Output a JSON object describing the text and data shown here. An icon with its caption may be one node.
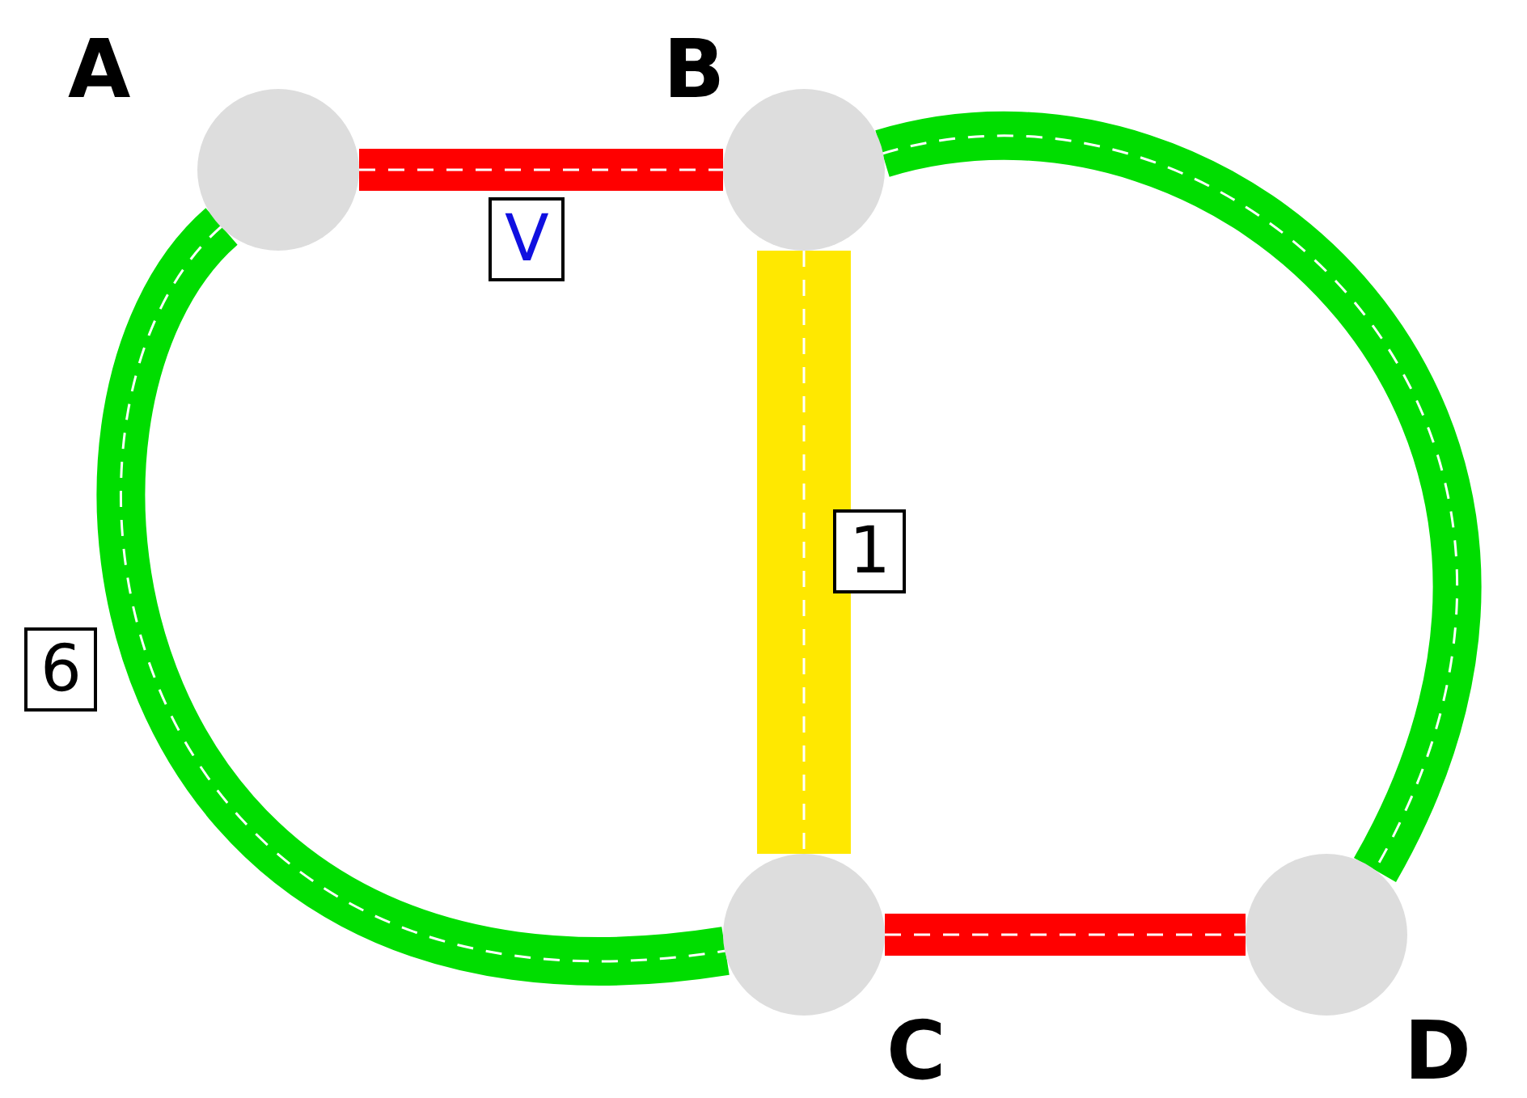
{
  "diagram": {
    "nodes": [
      {
        "text": [],
        "shape": "circle",
        "beside": [
          "A"
        ]
      },
      {
        "text": [],
        "shape": "circle",
        "beside": [
          "B"
        ]
      },
      {
        "text": [],
        "shape": "circle",
        "beside": [
          "C"
        ]
      },
      {
        "text": [],
        "shape": "circle",
        "beside": [
          "D"
        ]
      }
    ],
    "edges": [
      {
        "from": 0,
        "to": 1,
        "arrow": "none",
        "label": "V",
        "color": "#ff0000"
      },
      {
        "from": 1,
        "to": 2,
        "arrow": "none",
        "label": "1",
        "color": "#ffe800",
        "style": "thick"
      },
      {
        "from": 0,
        "to": 2,
        "arrow": "none",
        "label": "6",
        "color": "#00dd00"
      },
      {
        "from": 1,
        "to": 3,
        "arrow": "none",
        "color": "#00dd00"
      },
      {
        "from": 2,
        "to": 3,
        "arrow": "none",
        "color": "#ff0000"
      }
    ]
  }
}
